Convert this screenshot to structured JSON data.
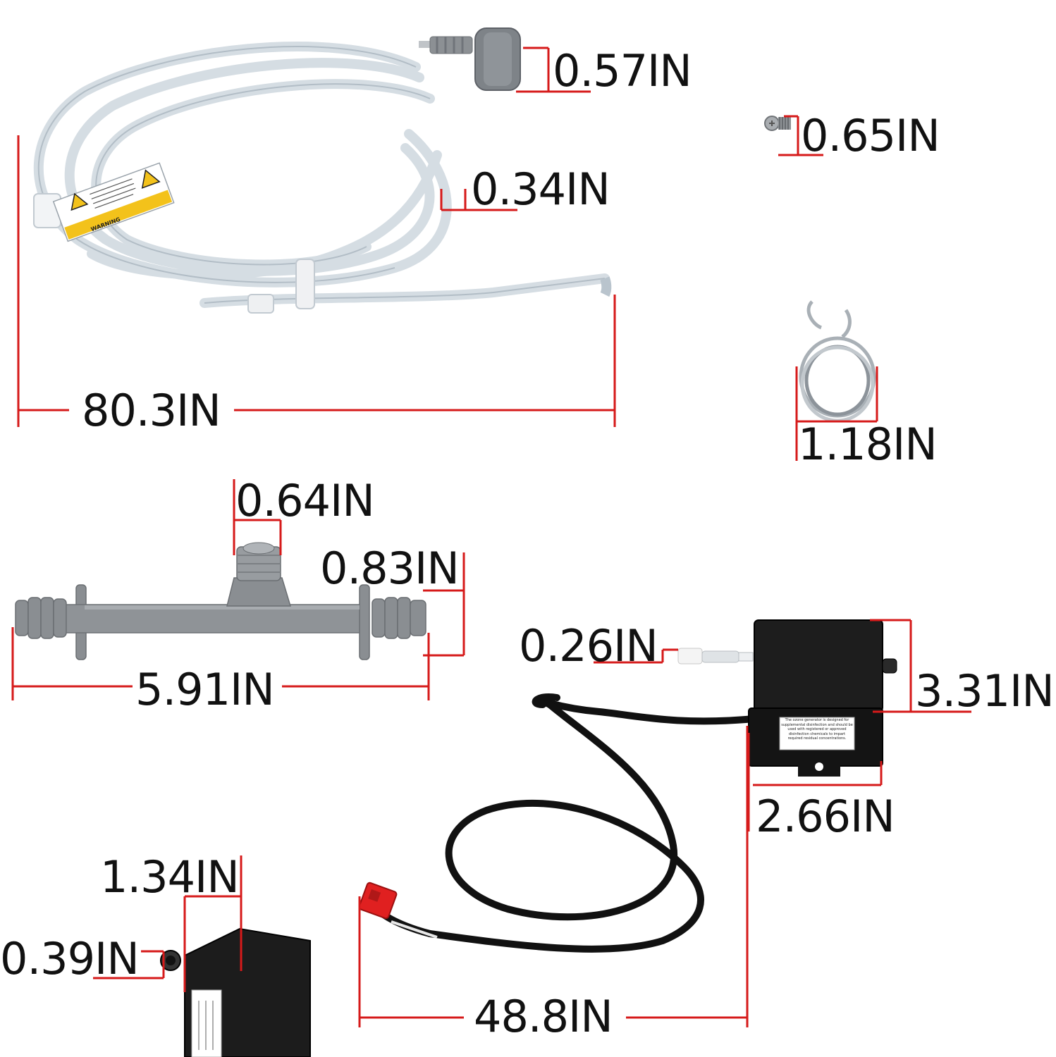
{
  "dimensions": {
    "tube_fitting": "0.57IN",
    "screw": "0.65IN",
    "tube_inner": "0.34IN",
    "tube_length": "80.3IN",
    "clamp": "1.18IN",
    "venturi_port": "0.64IN",
    "venturi_end": "0.83IN",
    "venturi_length": "5.91IN",
    "check_valve": "0.26IN",
    "generator_height": "3.31IN",
    "generator_width": "2.66IN",
    "generator_depth": "1.34IN",
    "power_port": "0.39IN",
    "cord_length": "48.8IN"
  },
  "labels": {
    "warning_tag": "WARNING",
    "generator_notice": "The ozone generator is designed for supplemental disinfection and should be used with registered or approved disinfection chemicals to impart required residual concentrations."
  },
  "colors": {
    "dimension_line": "#d61a1a",
    "tube": "#cfd8e0",
    "venturi": "#8e9296",
    "generator": "#1a1a1a",
    "connector": "#e02020",
    "warning": "#f3c21b"
  },
  "icons": [
    "warning-triangle-icon",
    "info-triangle-icon"
  ]
}
